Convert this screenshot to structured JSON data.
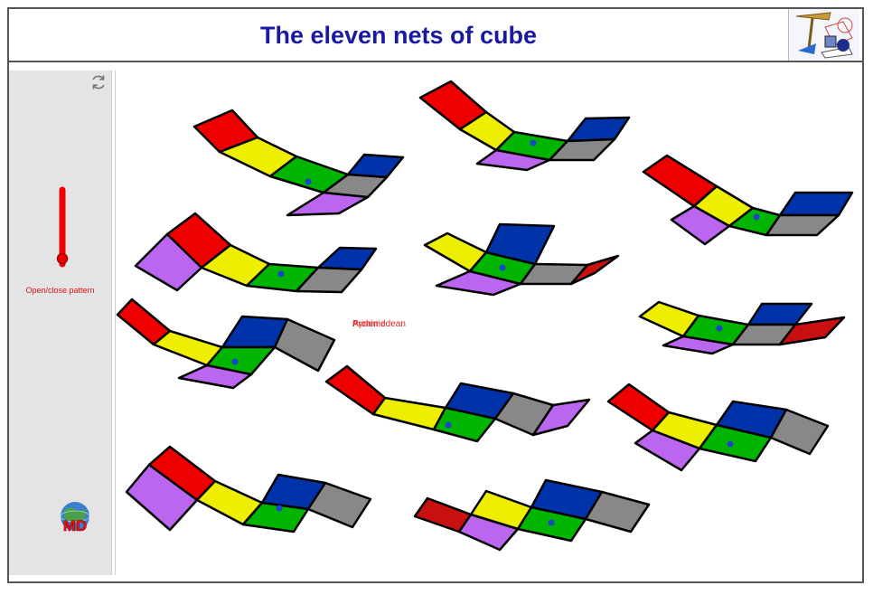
{
  "header": {
    "title": "The eleven nets of cube",
    "logo_icon": "geometry-tools-logo-icon"
  },
  "sidebar": {
    "reset_icon": "refresh-icon",
    "slider_label": "Open/close pattern",
    "slider_value": 0.15,
    "author_logo": "MD",
    "author_logo_icon": "globe-logo-icon"
  },
  "canvas": {
    "overlapping_labels": [
      "Archimedean",
      "Pyramid",
      "Prism"
    ]
  },
  "colors": {
    "red": "#ee0000",
    "yellow": "#eeee00",
    "green": "#00b400",
    "blue": "#0033aa",
    "gray": "#888888",
    "purple": "#bb66ee",
    "darkred": "#c81010",
    "label_red": "#e01010",
    "title_blue": "#1a1aa0"
  }
}
